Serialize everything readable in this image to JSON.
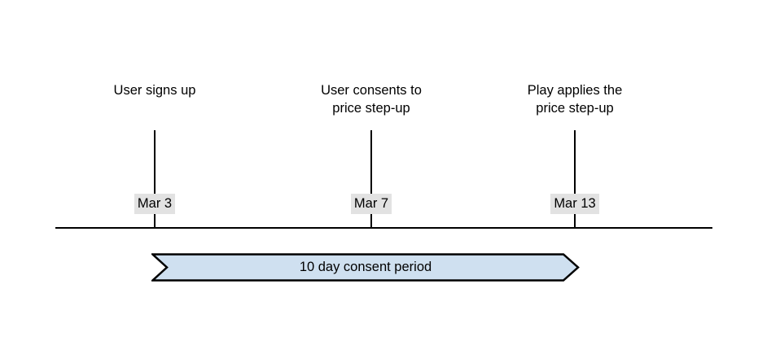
{
  "diagram": {
    "type": "timeline",
    "axis": {
      "label": ""
    },
    "events": [
      {
        "label": "User signs up",
        "date": "Mar 3"
      },
      {
        "label": "User consents to\nprice step-up",
        "date": "Mar 7"
      },
      {
        "label": "Play applies the\nprice step-up",
        "date": "Mar 13"
      }
    ],
    "period_banner": {
      "label": "10 day consent period",
      "fill_color": "#cfe0f0",
      "border_color": "#000000"
    },
    "colors": {
      "line": "#000000",
      "text": "#000000",
      "date_highlight": "#e2e2e2",
      "banner_fill": "#cfe0f0",
      "background": "#ffffff"
    }
  }
}
